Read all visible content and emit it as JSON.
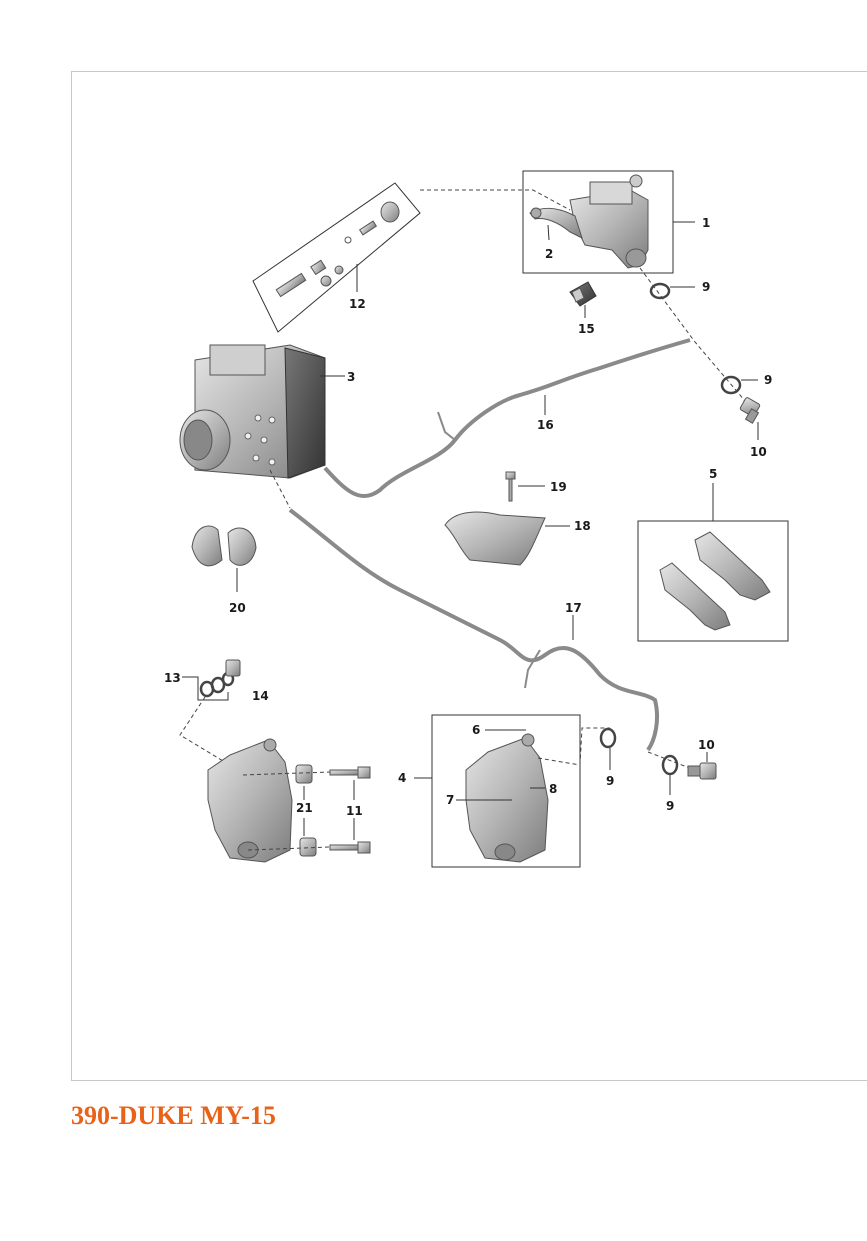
{
  "caption": "390-DUKE MY-15",
  "colors": {
    "caption": "#e8621a",
    "part": "#b9b9b9",
    "part_dark": "#6e6e6e",
    "hose": "#8a8a8a"
  },
  "labels": {
    "p1": "1",
    "p2": "2",
    "p3": "3",
    "p4": "4",
    "p5": "5",
    "p6": "6",
    "p7": "7",
    "p8": "8",
    "p9a": "9",
    "p9b": "9",
    "p9c": "9",
    "p9d": "9",
    "p10a": "10",
    "p10b": "10",
    "p11": "11",
    "p12": "12",
    "p13": "13",
    "p14": "14",
    "p15": "15",
    "p16": "16",
    "p17": "17",
    "p18": "18",
    "p19": "19",
    "p20": "20",
    "p21": "21"
  }
}
